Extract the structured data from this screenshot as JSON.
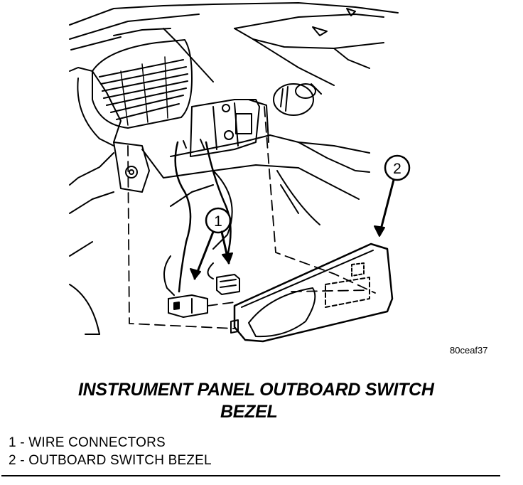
{
  "figure": {
    "id": "80ceaf37",
    "callouts": [
      {
        "number": "1",
        "label": "WIRE CONNECTORS"
      },
      {
        "number": "2",
        "label": "OUTBOARD SWITCH BEZEL"
      }
    ]
  },
  "title": {
    "line1": "INSTRUMENT PANEL OUTBOARD SWITCH",
    "line2": "BEZEL"
  },
  "legend": [
    {
      "text": "1 - WIRE CONNECTORS"
    },
    {
      "text": "2 - OUTBOARD SWITCH BEZEL"
    }
  ]
}
